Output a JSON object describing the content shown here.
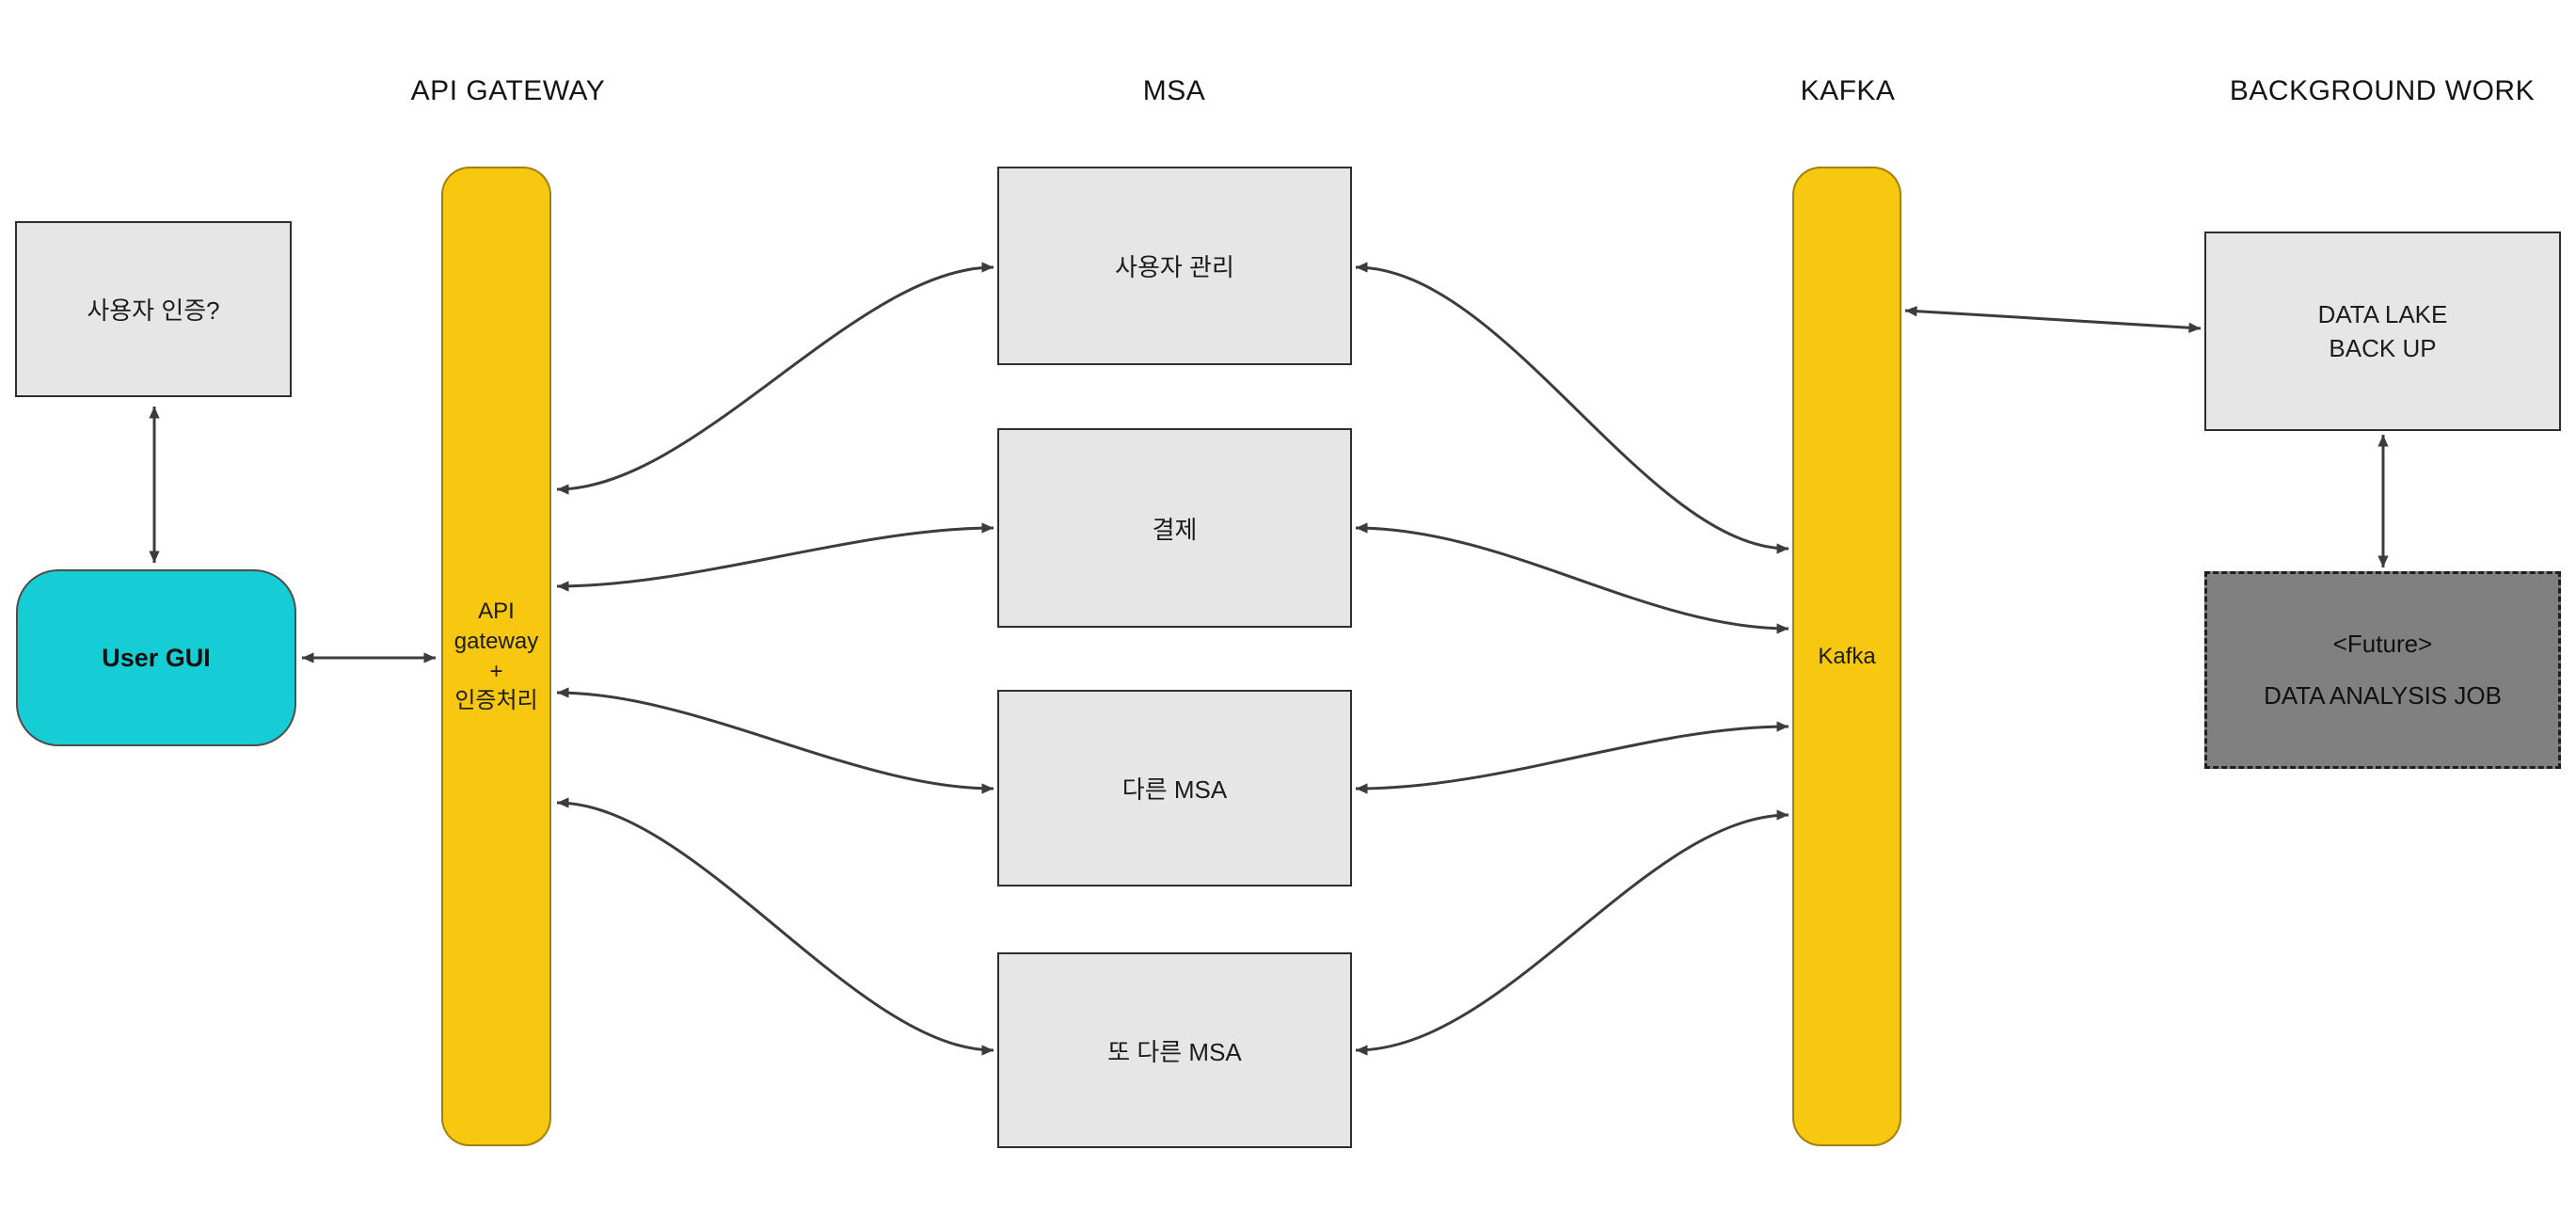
{
  "columns": [
    {
      "label": "API GATEWAY"
    },
    {
      "label": "MSA"
    },
    {
      "label": "KAFKA"
    },
    {
      "label": "BACKGROUND WORK"
    }
  ],
  "nodes": {
    "user_auth": {
      "label": "사용자 인증?"
    },
    "user_gui": {
      "label": "User GUI"
    },
    "api_gateway_bar": {
      "line1": "API",
      "line2": "gateway",
      "line3": "+",
      "line4": "인증처리"
    },
    "msa_services": [
      {
        "label": "사용자 관리"
      },
      {
        "label": "결제"
      },
      {
        "label": "다른 MSA"
      },
      {
        "label": "또 다른 MSA"
      }
    ],
    "kafka_bar": {
      "label": "Kafka"
    },
    "data_lake": {
      "line1": "DATA LAKE",
      "line2": "BACK UP"
    },
    "future_job": {
      "line1": "<Future>",
      "line2": "DATA ANALYSIS JOB"
    }
  },
  "colors": {
    "bar_yellow": "#F8C70F",
    "node_cyan": "#17CDD5",
    "node_gray": "#E6E6E6",
    "node_dark_gray": "#808080",
    "arrow": "#3C3C3C"
  }
}
